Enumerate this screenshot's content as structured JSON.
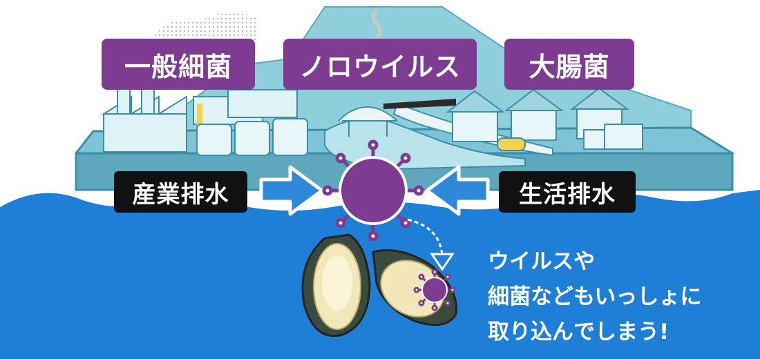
{
  "labels": {
    "bacteria": "一般細菌",
    "norovirus": "ノロウイルス",
    "ecoli": "大腸菌",
    "industrial_wastewater": "産業排水",
    "domestic_wastewater": "生活排水"
  },
  "note": {
    "line1": "ウイルスや",
    "line2": "細菌などもいっしょに",
    "line3": "取り込んでしまう!"
  },
  "colors": {
    "sea": "#1f7fd6",
    "land": "#86cad9",
    "virus": "#7d3c8f",
    "label_box": "#7d3c8f",
    "arrow": "#2f89d9"
  }
}
